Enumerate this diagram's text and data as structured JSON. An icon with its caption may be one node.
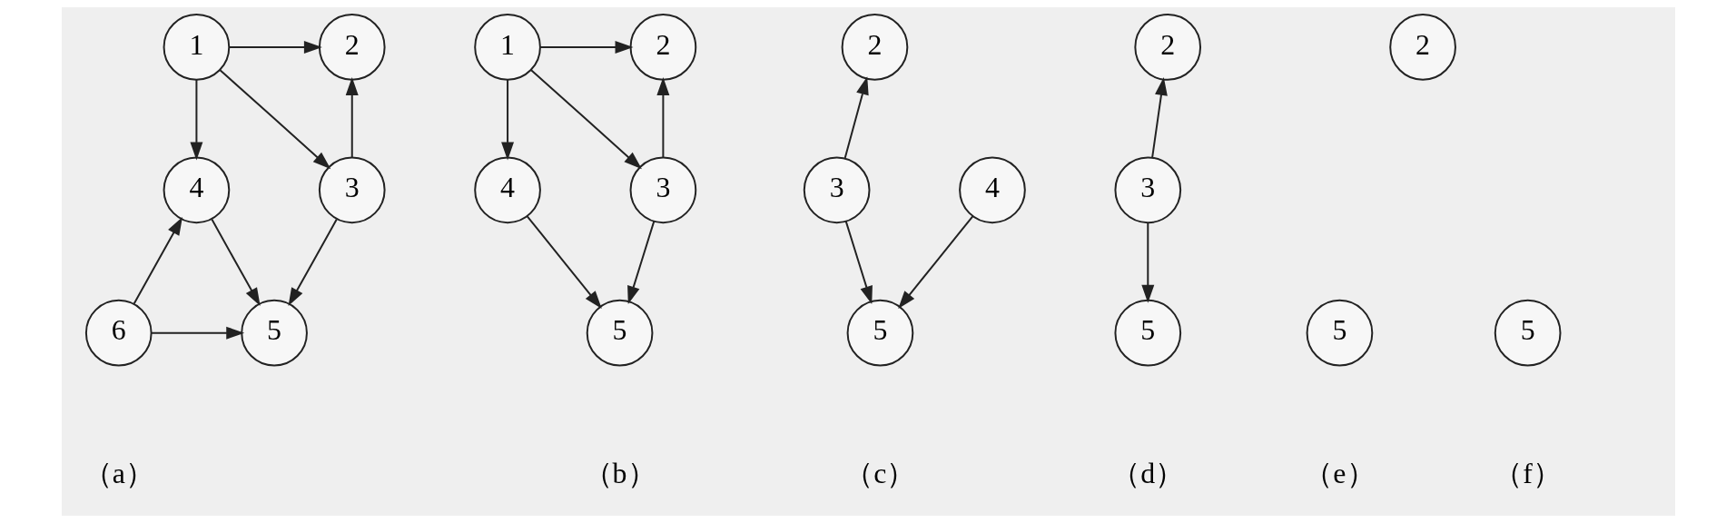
{
  "diagram": {
    "nodes": [
      {
        "text": [
          "1"
        ]
      },
      {
        "text": [
          "2"
        ]
      },
      {
        "text": [
          "4"
        ]
      },
      {
        "text": [
          "3"
        ]
      },
      {
        "text": [
          "6"
        ]
      },
      {
        "text": [
          "5"
        ]
      },
      {
        "text": [
          "1"
        ]
      },
      {
        "text": [
          "2"
        ]
      },
      {
        "text": [
          "4"
        ]
      },
      {
        "text": [
          "3"
        ]
      },
      {
        "text": [
          "5"
        ]
      },
      {
        "text": [
          "2"
        ]
      },
      {
        "text": [
          "4"
        ]
      },
      {
        "text": [
          "3"
        ]
      },
      {
        "text": [
          "5"
        ]
      },
      {
        "text": [
          "2"
        ]
      },
      {
        "text": [
          "3"
        ]
      },
      {
        "text": [
          "5"
        ]
      },
      {
        "text": [
          "2"
        ]
      },
      {
        "text": [
          "5"
        ]
      },
      {
        "text": [
          "5"
        ]
      }
    ],
    "edges": [
      {
        "from": 0,
        "to": 1,
        "arrow": "to"
      },
      {
        "from": 0,
        "to": 2,
        "arrow": "to"
      },
      {
        "from": 0,
        "to": 3,
        "arrow": "to"
      },
      {
        "from": 3,
        "to": 1,
        "arrow": "to"
      },
      {
        "from": 2,
        "to": 5,
        "arrow": "to"
      },
      {
        "from": 3,
        "to": 5,
        "arrow": "to"
      },
      {
        "from": 4,
        "to": 2,
        "arrow": "to"
      },
      {
        "from": 4,
        "to": 5,
        "arrow": "to"
      },
      {
        "from": 6,
        "to": 7,
        "arrow": "to"
      },
      {
        "from": 6,
        "to": 8,
        "arrow": "to"
      },
      {
        "from": 6,
        "to": 9,
        "arrow": "to"
      },
      {
        "from": 9,
        "to": 7,
        "arrow": "to"
      },
      {
        "from": 8,
        "to": 10,
        "arrow": "to"
      },
      {
        "from": 9,
        "to": 10,
        "arrow": "to"
      },
      {
        "from": 13,
        "to": 11,
        "arrow": "to"
      },
      {
        "from": 12,
        "to": 14,
        "arrow": "to"
      },
      {
        "from": 13,
        "to": 14,
        "arrow": "to"
      },
      {
        "from": 16,
        "to": 15,
        "arrow": "to"
      },
      {
        "from": 16,
        "to": 17,
        "arrow": "to"
      }
    ],
    "labels": [
      "（a）",
      "（b）",
      "（c）",
      "（d）",
      "（e）",
      "（f）"
    ]
  }
}
